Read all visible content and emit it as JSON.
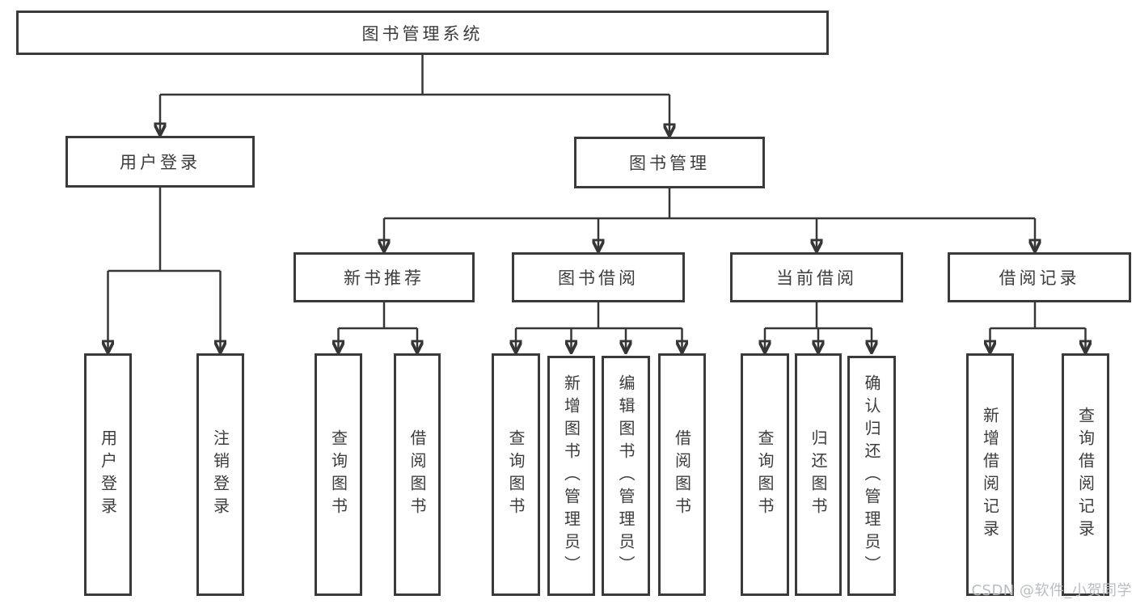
{
  "tree": {
    "root": {
      "label": "图书管理系统",
      "children": [
        {
          "label": "用户登录",
          "children": [
            {
              "label": "用户登录"
            },
            {
              "label": "注销登录"
            }
          ]
        },
        {
          "label": "图书管理",
          "children": [
            {
              "label": "新书推荐",
              "children": [
                {
                  "label": "查询图书"
                },
                {
                  "label": "借阅图书"
                }
              ]
            },
            {
              "label": "图书借阅",
              "children": [
                {
                  "label": "查询图书"
                },
                {
                  "label": "新增图书（管理员）"
                },
                {
                  "label": "编辑图书（管理员）"
                },
                {
                  "label": "借阅图书"
                }
              ]
            },
            {
              "label": "当前借阅",
              "children": [
                {
                  "label": "查询图书"
                },
                {
                  "label": "归还图书"
                },
                {
                  "label": "确认归还（管理员）"
                }
              ]
            },
            {
              "label": "借阅记录",
              "children": [
                {
                  "label": "新增借阅记录"
                },
                {
                  "label": "查询借阅记录"
                }
              ]
            }
          ]
        }
      ]
    }
  },
  "watermark": {
    "text": "CSDN @软件_小贺同学"
  },
  "colors": {
    "line": "#363636",
    "border": "#3a3a3a",
    "text": "#3c3c3c",
    "watermark": "#b9bdc2",
    "background": "#ffffff"
  }
}
